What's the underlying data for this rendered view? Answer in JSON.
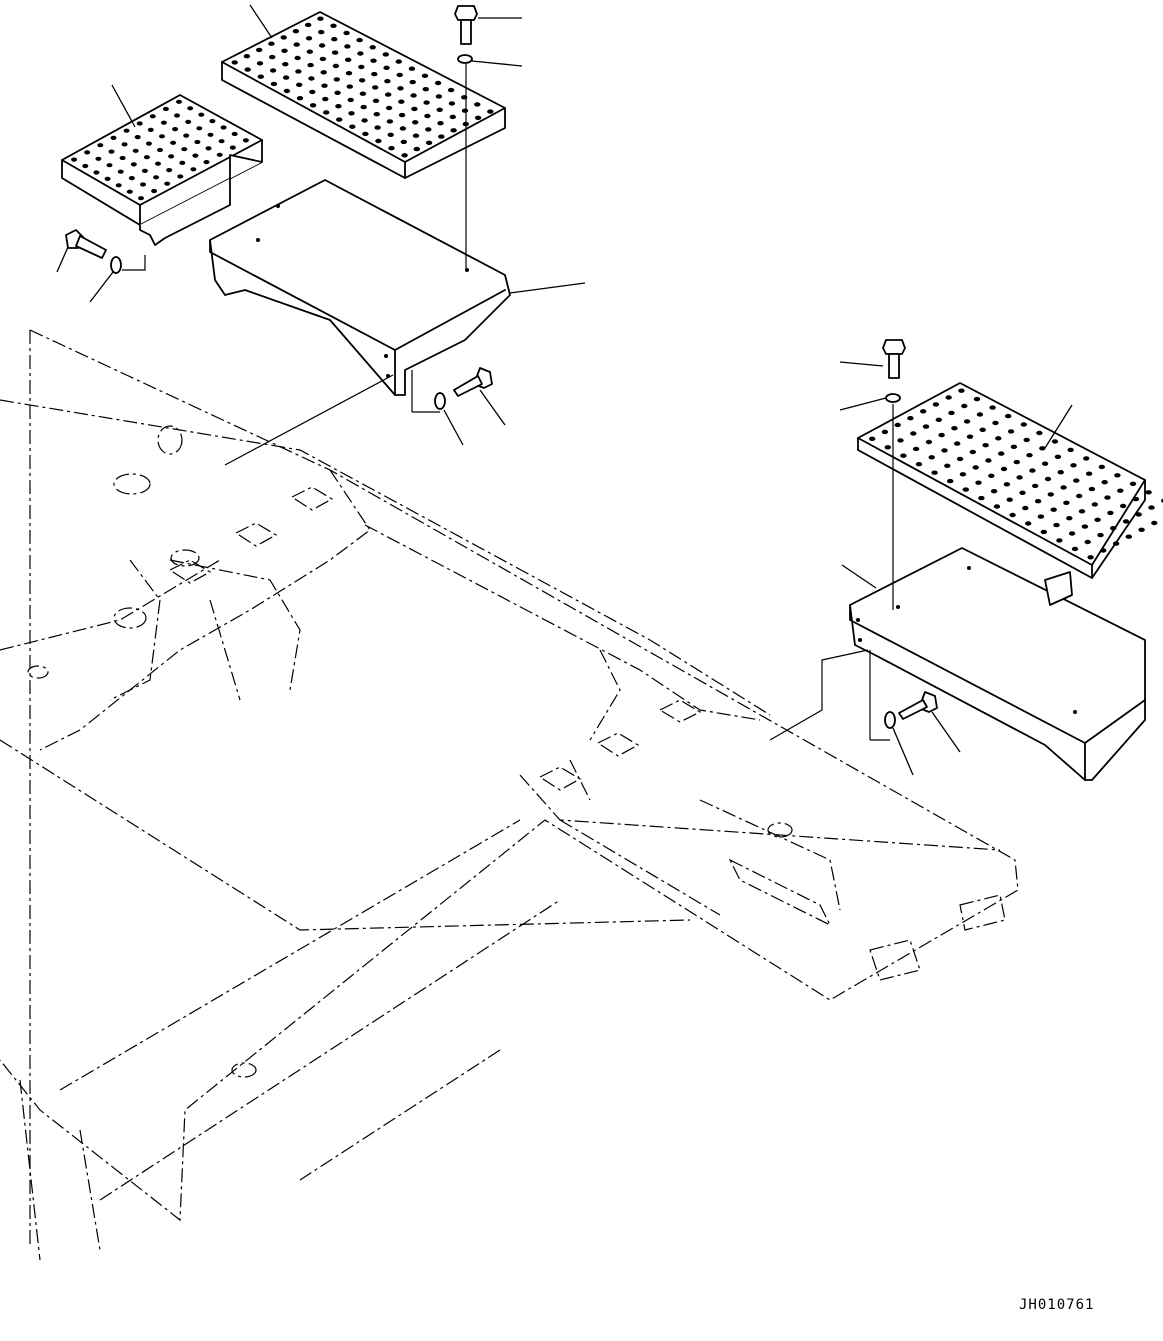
{
  "diagram": {
    "drawing_code": "JH010761",
    "parts": [
      {
        "name": "left-rear-step-plate",
        "icon": "perforated-plate-icon"
      },
      {
        "name": "left-upper-step-plate",
        "icon": "perforated-plate-icon"
      },
      {
        "name": "left-step-bracket",
        "icon": "step-bracket-icon"
      },
      {
        "name": "right-step-plate",
        "icon": "perforated-plate-icon"
      },
      {
        "name": "right-step-bracket",
        "icon": "step-bracket-icon"
      },
      {
        "name": "bolts",
        "icon": "hex-bolt-icon"
      },
      {
        "name": "washers",
        "icon": "washer-icon"
      },
      {
        "name": "revolving-frame",
        "icon": "frame-outline-icon"
      }
    ],
    "line_color": "#000000",
    "background": "#ffffff"
  }
}
